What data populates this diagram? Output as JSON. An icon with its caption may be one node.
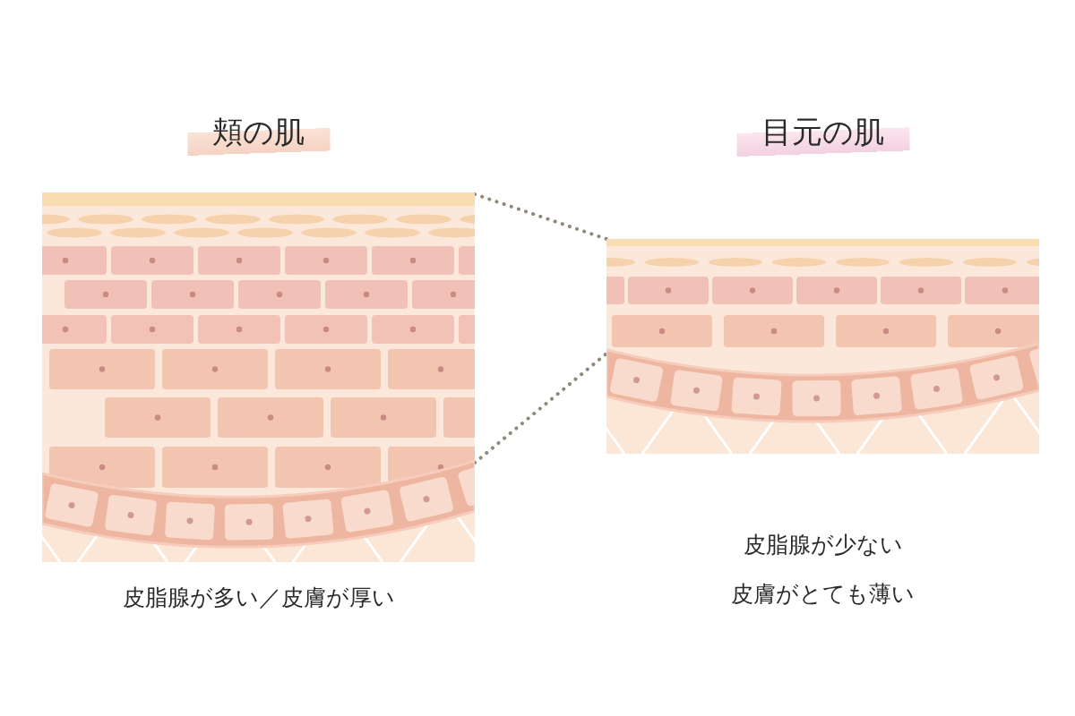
{
  "diagram": {
    "nodes": [
      {
        "text": [
          "頬の肌"
        ],
        "beside": [
          "皮脂腺が多い／皮膚が厚い"
        ]
      },
      {
        "text": [
          "目元の肌"
        ],
        "beside": [
          "皮脂腺が少ない",
          "皮膚がとても薄い"
        ]
      }
    ],
    "edges": [
      {
        "from": 0,
        "to": 1,
        "arrow": "none",
        "style": "dashed"
      },
      {
        "from": 0,
        "to": 1,
        "arrow": "none",
        "style": "dashed"
      }
    ]
  }
}
